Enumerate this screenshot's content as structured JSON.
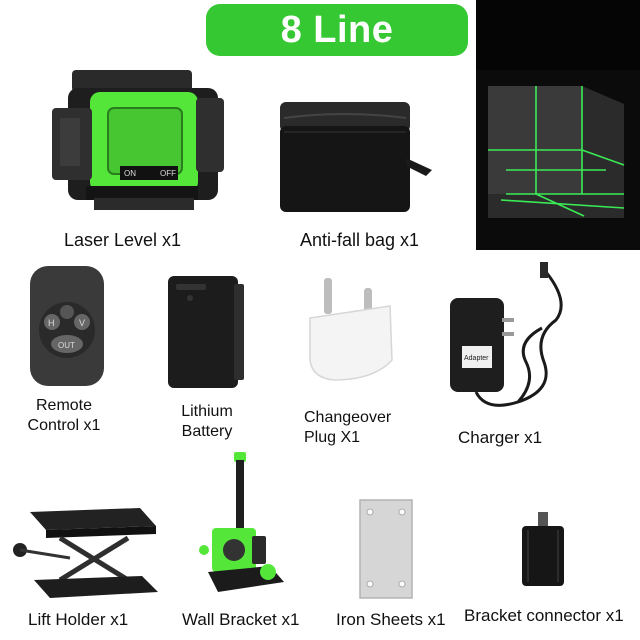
{
  "header": {
    "title": "8 Line"
  },
  "colors": {
    "accent_green": "#35c832",
    "laser_green": "#3cff5a",
    "device_green": "#55e63a",
    "dark": "#1b1b1b"
  },
  "items": [
    {
      "label": "Laser Level x1",
      "icon": "laser-level-icon"
    },
    {
      "label": "Anti-fall bag x1",
      "icon": "bag-icon"
    },
    {
      "label_lines": [
        "Remote",
        "Control x1"
      ],
      "icon": "remote-control-icon",
      "buttons": [
        "H",
        "V",
        "OUT"
      ]
    },
    {
      "label_lines": [
        "Lithium",
        "Battery"
      ],
      "icon": "battery-icon"
    },
    {
      "label_lines": [
        "Changeover",
        "Plug X1"
      ],
      "icon": "plug-icon"
    },
    {
      "label": "Charger x1",
      "icon": "charger-icon"
    },
    {
      "label": "Lift Holder x1",
      "icon": "lift-holder-icon"
    },
    {
      "label": "Wall Bracket x1",
      "icon": "wall-bracket-icon"
    },
    {
      "label": "Iron Sheets x1",
      "icon": "iron-sheet-icon"
    },
    {
      "label": "Bracket connector x1",
      "icon": "bracket-connector-icon"
    }
  ],
  "device": {
    "switch_on": "ON",
    "switch_off": "OFF"
  },
  "charger_text": "Adapter"
}
